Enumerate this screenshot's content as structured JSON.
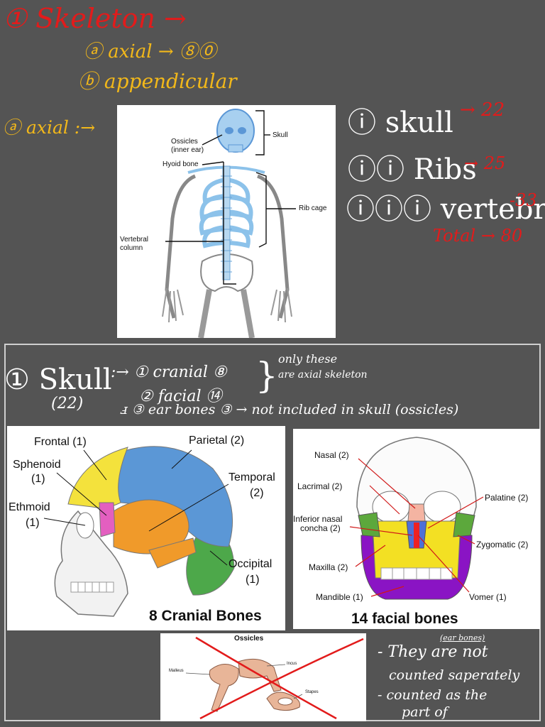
{
  "notes": {
    "title": "① Skeleton →",
    "axial_line": "ⓐ axial → ⑧⓪",
    "appendicular_line": "ⓑ appendicular",
    "axial_arrow": "ⓐ axial :→",
    "skull_item": "ⓘ skull",
    "skull_count": "→ 22",
    "ribs_item": "ⓘⓘ Ribs",
    "ribs_count": "→ 25",
    "vertebra_item": "ⓘⓘⓘ vertebra",
    "vertebra_count": "-33",
    "total": "Total → 80",
    "skull_heading": "① Skull",
    "skull_sub": "(22)",
    "cranial": ":→ ① cranial ⑧",
    "facial": "② facial ⑭",
    "ear": "ⅎ ③ ear bones ③ → not included in skull (ossicles)",
    "brace_note_1": "only these",
    "brace_note_2": "are axial skeleton",
    "ear_bones_tag": "(ear bones)",
    "bottom_note_1": "- They are not",
    "bottom_note_2": "counted saperately",
    "bottom_note_3": "- counted as the",
    "bottom_note_4": "part of"
  },
  "skeleton_figure": {
    "labels": {
      "skull": "Skull",
      "ossicles": "Ossicles",
      "ossicles_sub": "(inner ear)",
      "hyoid": "Hyoid bone",
      "rib_cage": "Rib cage",
      "vertebral": "Vertebral",
      "vertebral_sub": "column"
    }
  },
  "cranial_figure": {
    "caption": "8 Cranial Bones",
    "labels": {
      "frontal": "Frontal (1)",
      "parietal": "Parietal (2)",
      "sphenoid": "Sphenoid",
      "sphenoid_n": "(1)",
      "temporal": "Temporal",
      "temporal_n": "(2)",
      "ethmoid": "Ethmoid",
      "ethmoid_n": "(1)",
      "occipital": "Occipital",
      "occipital_n": "(1)"
    },
    "colors": {
      "frontal": "#f4e23c",
      "parietal": "#5b97d6",
      "temporal": "#f09a2a",
      "occipital": "#4da84a",
      "sphenoid": "#e35fc0",
      "ethmoid": "#e0223a"
    }
  },
  "facial_figure": {
    "caption": "14 facial bones",
    "labels": {
      "nasal": "Nasal (2)",
      "lacrimal": "Lacrimal (2)",
      "inferior_nasal": "Inferior nasal",
      "inferior_nasal_2": "concha (2)",
      "maxilla": "Maxilla (2)",
      "mandible": "Mandible (1)",
      "palatine": "Palatine (2)",
      "zygomatic": "Zygomatic (2)",
      "vomer": "Vomer (1)"
    },
    "colors": {
      "maxilla": "#f3e023",
      "mandible": "#8a14c4",
      "zygomatic": "#5ca83c",
      "nasal": "#f4b4a2"
    }
  },
  "ossicles_figure": {
    "title": "Ossicles",
    "labels": {
      "malleus": "Malleus",
      "incus": "Incus",
      "stapes": "Stapes"
    }
  }
}
